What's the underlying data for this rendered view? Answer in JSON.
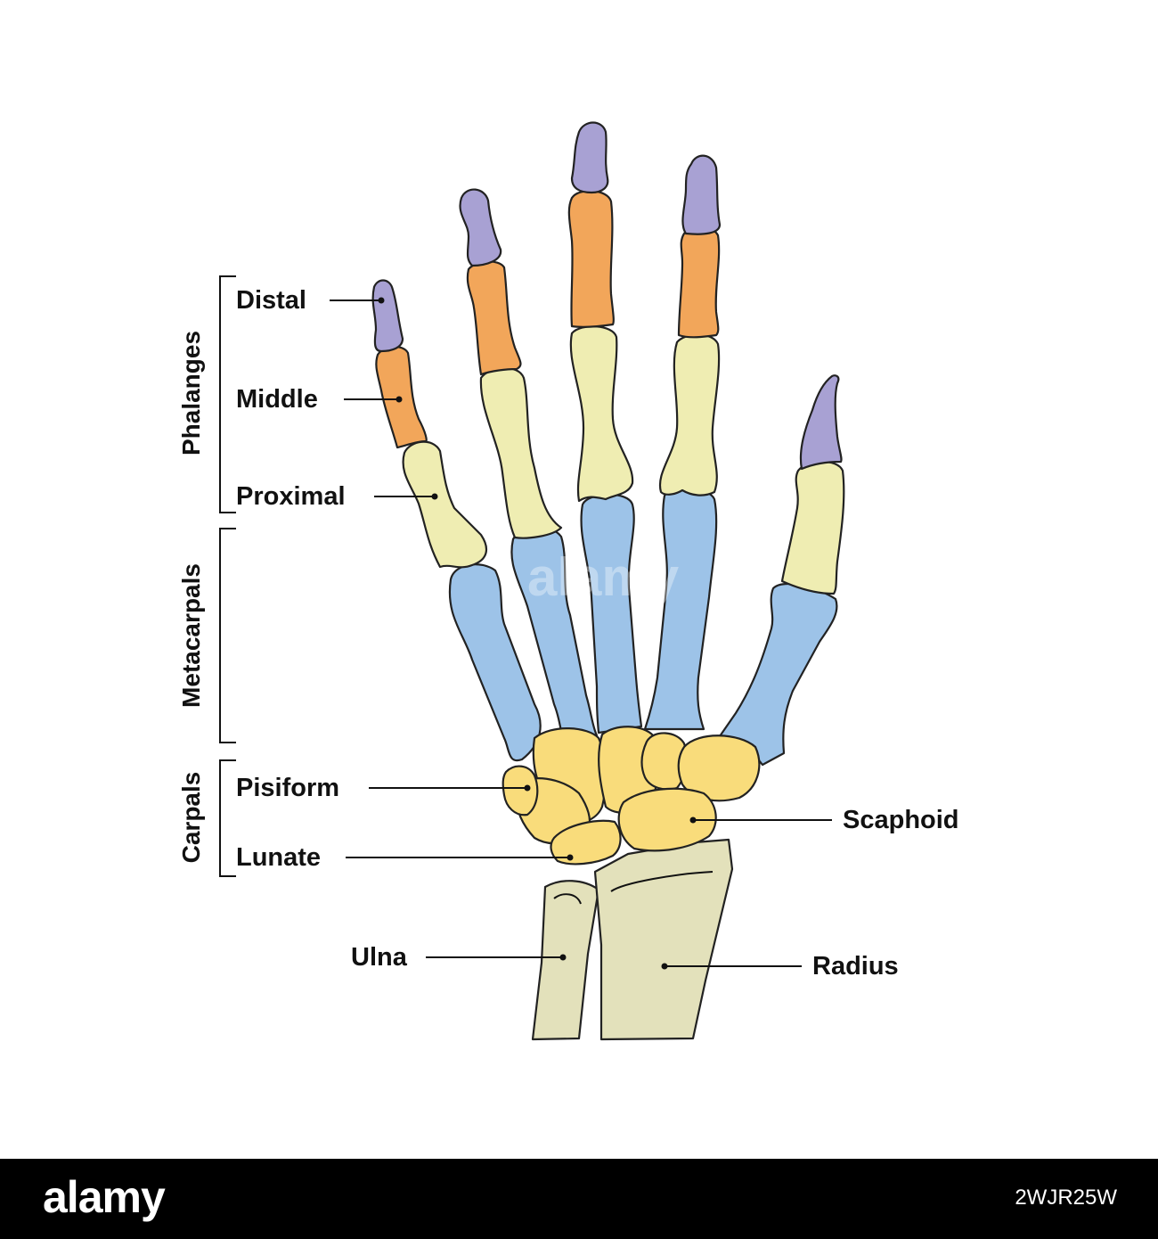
{
  "groups": {
    "phalanges": "Phalanges",
    "metacarpals": "Metacarpals",
    "carpals": "Carpals"
  },
  "labels": {
    "distal": "Distal",
    "middle": "Middle",
    "proximal": "Proximal",
    "pisiform": "Pisiform",
    "lunate": "Lunate",
    "scaphoid": "Scaphoid",
    "ulna": "Ulna",
    "radius": "Radius"
  },
  "colors": {
    "distal_phalanx": "#A8A1D3",
    "middle_phalanx": "#F2A65A",
    "proximal_phalanx": "#EFEDB2",
    "metacarpal": "#9DC3E8",
    "carpal": "#F9DC7B",
    "forearm": "#E3E1BB"
  },
  "watermark": "alamy",
  "footer": {
    "brand": "alamy",
    "image_id": "2WJR25W"
  }
}
